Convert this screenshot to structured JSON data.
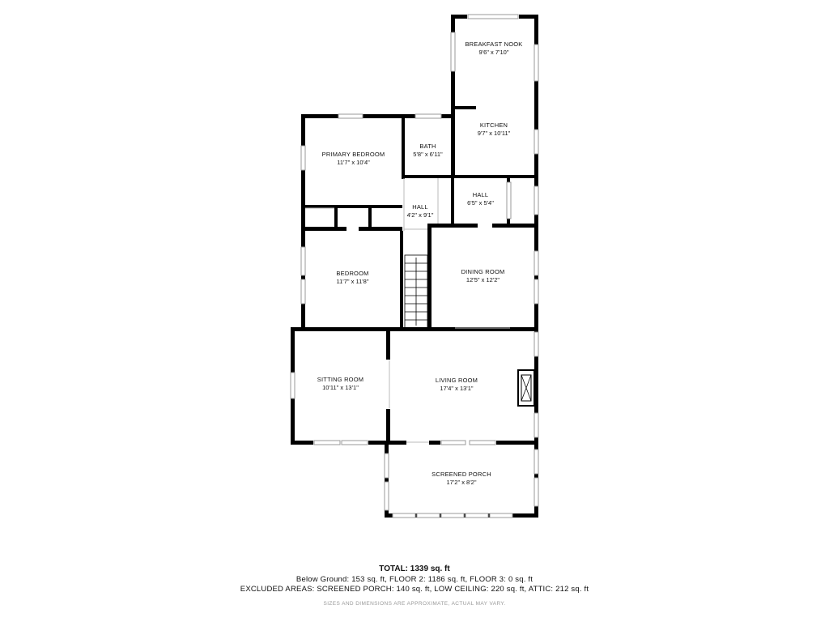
{
  "rooms": {
    "breakfast_nook": {
      "name": "BREAKFAST NOOK",
      "dims": "9'6\" x 7'10\""
    },
    "kitchen": {
      "name": "KITCHEN",
      "dims": "9'7\" x 10'11\""
    },
    "primary_bedroom": {
      "name": "PRIMARY BEDROOM",
      "dims": "11'7\" x 10'4\""
    },
    "bath": {
      "name": "BATH",
      "dims": "5'8\" x 6'11\""
    },
    "hall_1": {
      "name": "HALL",
      "dims": "4'2\" x 9'1\""
    },
    "hall_2": {
      "name": "HALL",
      "dims": "6'5\" x 5'4\""
    },
    "bedroom": {
      "name": "BEDROOM",
      "dims": "11'7\" x 11'8\""
    },
    "dining_room": {
      "name": "DINING ROOM",
      "dims": "12'5\" x 12'2\""
    },
    "sitting_room": {
      "name": "SITTING ROOM",
      "dims": "10'11\" x 13'1\""
    },
    "living_room": {
      "name": "LIVING ROOM",
      "dims": "17'4\" x 13'1\""
    },
    "screened_porch": {
      "name": "SCREENED PORCH",
      "dims": "17'2\" x 8'2\""
    }
  },
  "summary": {
    "total": "TOTAL: 1339 sq. ft",
    "line1": "Below Ground: 153 sq. ft, FLOOR 2: 1186 sq. ft, FLOOR 3: 0 sq. ft",
    "line2": "EXCLUDED AREAS: SCREENED PORCH: 140 sq. ft, LOW CEILING: 220 sq. ft, ATTIC: 212 sq. ft",
    "disclaimer": "SIZES AND DIMENSIONS ARE APPROXIMATE, ACTUAL MAY VARY."
  },
  "colors": {
    "wall": "#000000",
    "window": "#aaaaaa",
    "background": "#ffffff"
  }
}
